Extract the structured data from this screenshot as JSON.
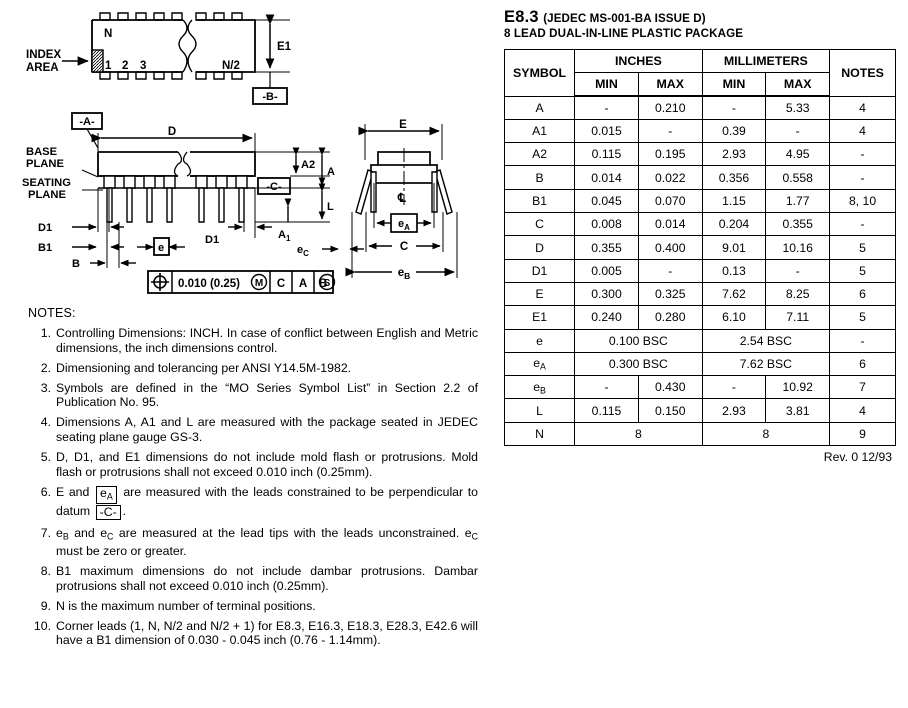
{
  "package": {
    "code": "E8.3",
    "jedec": "(JEDEC MS-001-BA ISSUE D)",
    "description": "8 LEAD DUAL-IN-LINE PLASTIC PACKAGE",
    "revision": "Rev. 0 12/93"
  },
  "table": {
    "group_headers": {
      "inches": "INCHES",
      "millimeters": "MILLIMETERS"
    },
    "columns": [
      "SYMBOL",
      "MIN",
      "MAX",
      "MIN",
      "MAX",
      "NOTES"
    ],
    "rows": [
      {
        "symbol": "A",
        "sub": "",
        "in_min": "-",
        "in_max": "0.210",
        "mm_min": "-",
        "mm_max": "5.33",
        "notes": "4"
      },
      {
        "symbol": "A1",
        "sub": "",
        "in_min": "0.015",
        "in_max": "-",
        "mm_min": "0.39",
        "mm_max": "-",
        "notes": "4"
      },
      {
        "symbol": "A2",
        "sub": "",
        "in_min": "0.115",
        "in_max": "0.195",
        "mm_min": "2.93",
        "mm_max": "4.95",
        "notes": "-"
      },
      {
        "symbol": "B",
        "sub": "",
        "in_min": "0.014",
        "in_max": "0.022",
        "mm_min": "0.356",
        "mm_max": "0.558",
        "notes": "-"
      },
      {
        "symbol": "B1",
        "sub": "",
        "in_min": "0.045",
        "in_max": "0.070",
        "mm_min": "1.15",
        "mm_max": "1.77",
        "notes": "8, 10"
      },
      {
        "symbol": "C",
        "sub": "",
        "in_min": "0.008",
        "in_max": "0.014",
        "mm_min": "0.204",
        "mm_max": "0.355",
        "notes": "-"
      },
      {
        "symbol": "D",
        "sub": "",
        "in_min": "0.355",
        "in_max": "0.400",
        "mm_min": "9.01",
        "mm_max": "10.16",
        "notes": "5"
      },
      {
        "symbol": "D1",
        "sub": "",
        "in_min": "0.005",
        "in_max": "-",
        "mm_min": "0.13",
        "mm_max": "-",
        "notes": "5"
      },
      {
        "symbol": "E",
        "sub": "",
        "in_min": "0.300",
        "in_max": "0.325",
        "mm_min": "7.62",
        "mm_max": "8.25",
        "notes": "6"
      },
      {
        "symbol": "E1",
        "sub": "",
        "in_min": "0.240",
        "in_max": "0.280",
        "mm_min": "6.10",
        "mm_max": "7.11",
        "notes": "5"
      },
      {
        "symbol": "e",
        "sub": "",
        "span_in": "0.100 BSC",
        "span_mm": "2.54 BSC",
        "notes": "-"
      },
      {
        "symbol": "e",
        "sub": "A",
        "span_in": "0.300 BSC",
        "span_mm": "7.62 BSC",
        "notes": "6"
      },
      {
        "symbol": "e",
        "sub": "B",
        "in_min": "-",
        "in_max": "0.430",
        "mm_min": "-",
        "mm_max": "10.92",
        "notes": "7"
      },
      {
        "symbol": "L",
        "sub": "",
        "in_min": "0.115",
        "in_max": "0.150",
        "mm_min": "2.93",
        "mm_max": "3.81",
        "notes": "4"
      },
      {
        "symbol": "N",
        "sub": "",
        "span_in": "8",
        "span_mm": "8",
        "notes": "9"
      }
    ]
  },
  "notes": {
    "heading": "NOTES:",
    "items": [
      {
        "n": "1.",
        "text": "Controlling Dimensions: INCH. In case of conflict between English and Metric dimensions, the inch dimensions control."
      },
      {
        "n": "2.",
        "text": "Dimensioning and tolerancing per ANSI Y14.5M-1982."
      },
      {
        "n": "3.",
        "text": "Symbols are defined in the “MO Series Symbol List” in Section 2.2 of Publication No. 95."
      },
      {
        "n": "4.",
        "text": "Dimensions A, A1 and L are measured with the package seated in JEDEC seating plane gauge GS-3."
      },
      {
        "n": "5.",
        "text": "D, D1, and E1 dimensions do not include mold flash or protrusions. Mold flash or protrusions shall not exceed 0.010 inch (0.25mm)."
      },
      {
        "n": "6.",
        "parts": [
          {
            "t": "text",
            "v": "E and "
          },
          {
            "t": "boxed",
            "v": "eA"
          },
          {
            "t": "text",
            "v": " are measured with the leads constrained to be perpendicular to datum "
          },
          {
            "t": "boxed",
            "v": "-C-"
          },
          {
            "t": "text",
            "v": "."
          }
        ]
      },
      {
        "n": "7.",
        "parts": [
          {
            "t": "sub",
            "v": "eB"
          },
          {
            "t": "text",
            "v": " and "
          },
          {
            "t": "sub",
            "v": "eC"
          },
          {
            "t": "text",
            "v": " are measured at the lead tips with the leads unconstrained. "
          },
          {
            "t": "sub",
            "v": "eC"
          },
          {
            "t": "text",
            "v": " must be zero or greater."
          }
        ]
      },
      {
        "n": "8.",
        "text": "B1 maximum dimensions do not include dambar protrusions. Dambar protrusions shall not exceed 0.010 inch (0.25mm)."
      },
      {
        "n": "9.",
        "text": "N is the maximum number of terminal positions."
      },
      {
        "n": "10.",
        "text": "Corner leads (1, N, N/2 and N/2 + 1) for E8.3, E16.3, E18.3, E28.3, E42.6 will have a B1 dimension of 0.030 - 0.045 inch (0.76 - 1.14mm)."
      }
    ]
  },
  "drawings": {
    "top_view": {
      "index_area_label_line1": "INDEX",
      "index_area_label_line2": "AREA",
      "pin_n": "N",
      "pin_1": "1",
      "pin_2": "2",
      "pin_3": "3",
      "pin_half": "N/2",
      "dim_e1": "E1",
      "datum_b": "-B-"
    },
    "side_view": {
      "datum_a": "-A-",
      "datum_c": "-C-",
      "base_plane_line1": "BASE",
      "base_plane_line2": "PLANE",
      "seating_plane_line1": "SEATING",
      "seating_plane_line2": "PLANE",
      "dim_d": "D",
      "dim_d1_left": "D1",
      "dim_d1_right": "D1",
      "dim_b1": "B1",
      "dim_b": "B",
      "dim_e": "e",
      "dim_a": "A",
      "dim_a2": "A2",
      "dim_a1": "A1",
      "dim_l": "L",
      "dim_ec": "eC",
      "control_frame": {
        "symbol": "position-icon",
        "tolerance": "0.010 (0.25)",
        "modifier": "M",
        "datum1": "C",
        "datum2": "A",
        "datum3": "B",
        "datum3_modifier": "S"
      }
    },
    "end_view": {
      "dim_e": "E",
      "centerline": "CL",
      "dim_ea": "eA",
      "dim_c": "C",
      "dim_eb": "eB"
    }
  }
}
